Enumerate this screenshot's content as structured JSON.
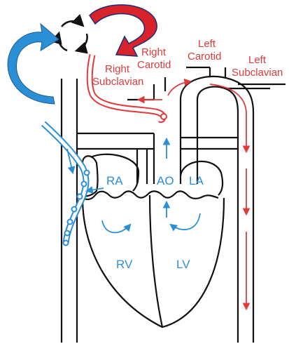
{
  "labels": {
    "right_carotid_1": "Right",
    "right_carotid_2": "Carotid",
    "left_carotid_1": "Left",
    "left_carotid_2": "Carotid",
    "left_subclavian_1": "Left",
    "left_subclavian_2": "Subclavian",
    "right_subclavian_1": "Right",
    "right_subclavian_2": "Subclavian",
    "ra": "RA",
    "ao": "AO",
    "la": "LA",
    "rv": "RV",
    "lv": "LV"
  },
  "colors": {
    "red": "#e03a3a",
    "dark_red": "#c8102e",
    "blue": "#2b8fd6",
    "line": "#111111"
  }
}
